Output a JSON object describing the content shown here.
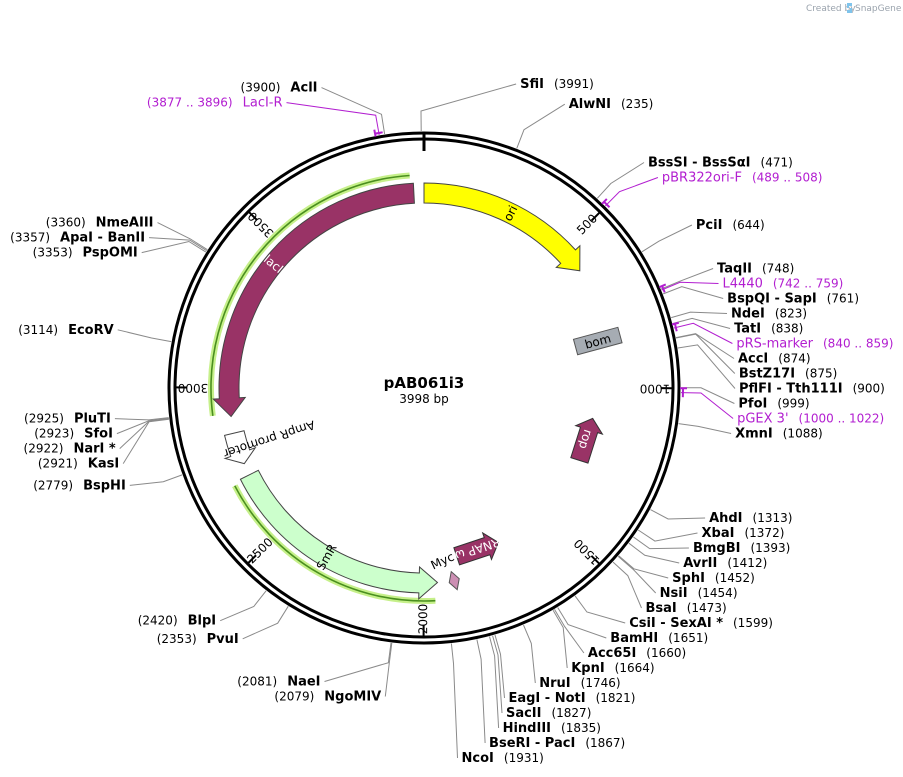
{
  "header": {
    "credit_prefix": "Created by",
    "credit_brand": "SnapGene"
  },
  "plasmid": {
    "name": "pAB061i3",
    "length_label": "3998 bp",
    "length": 3998
  },
  "ticks": [
    {
      "pos": 500,
      "label": "500"
    },
    {
      "pos": 1000,
      "label": "1000"
    },
    {
      "pos": 1500,
      "label": "1500"
    },
    {
      "pos": 2000,
      "label": "2000"
    },
    {
      "pos": 2500,
      "label": "2500"
    },
    {
      "pos": 3000,
      "label": "3000"
    },
    {
      "pos": 3500,
      "label": "3500"
    }
  ],
  "sites": [
    {
      "name": "SfiI",
      "pos_label": "(3991)",
      "pos": 3991,
      "side": "right"
    },
    {
      "name": "AlwNI",
      "pos_label": "(235)",
      "pos": 235,
      "side": "right"
    },
    {
      "name": "BssSI  - BssSαI",
      "pos_label": "(471)",
      "pos": 471,
      "side": "right"
    },
    {
      "name": "PciI",
      "pos_label": "(644)",
      "pos": 644,
      "side": "right"
    },
    {
      "name": "TaqII",
      "pos_label": "(748)",
      "pos": 748,
      "side": "right"
    },
    {
      "name": "BspQI  - SapI",
      "pos_label": "(761)",
      "pos": 761,
      "side": "right"
    },
    {
      "name": "NdeI",
      "pos_label": "(823)",
      "pos": 823,
      "side": "right"
    },
    {
      "name": "TatI",
      "pos_label": "(838)",
      "pos": 838,
      "side": "right"
    },
    {
      "name": "AccI",
      "pos_label": "(874)",
      "pos": 874,
      "side": "right"
    },
    {
      "name": "BstZ17I",
      "pos_label": "(875)",
      "pos": 875,
      "side": "right"
    },
    {
      "name": "PflFI  - Tth111I",
      "pos_label": "(900)",
      "pos": 900,
      "side": "right"
    },
    {
      "name": "PfoI",
      "pos_label": "(999)",
      "pos": 999,
      "side": "right"
    },
    {
      "name": "XmnI",
      "pos_label": "(1088)",
      "pos": 1088,
      "side": "right"
    },
    {
      "name": "AhdI",
      "pos_label": "(1313)",
      "pos": 1313,
      "side": "right"
    },
    {
      "name": "XbaI",
      "pos_label": "(1372)",
      "pos": 1372,
      "side": "right"
    },
    {
      "name": "BmgBI",
      "pos_label": "(1393)",
      "pos": 1393,
      "side": "right"
    },
    {
      "name": "AvrII",
      "pos_label": "(1412)",
      "pos": 1412,
      "side": "right"
    },
    {
      "name": "SphI",
      "pos_label": "(1452)",
      "pos": 1452,
      "side": "right"
    },
    {
      "name": "NsiI",
      "pos_label": "(1454)",
      "pos": 1454,
      "side": "right"
    },
    {
      "name": "BsaI",
      "pos_label": "(1473)",
      "pos": 1473,
      "side": "right"
    },
    {
      "name": "CsiI  - SexAI *",
      "pos_label": "(1599)",
      "pos": 1599,
      "side": "right"
    },
    {
      "name": "BamHI",
      "pos_label": "(1651)",
      "pos": 1651,
      "side": "right"
    },
    {
      "name": "Acc65I",
      "pos_label": "(1660)",
      "pos": 1660,
      "side": "right"
    },
    {
      "name": "KpnI",
      "pos_label": "(1664)",
      "pos": 1664,
      "side": "right"
    },
    {
      "name": "NruI",
      "pos_label": "(1746)",
      "pos": 1746,
      "side": "right"
    },
    {
      "name": "EagI  - NotI",
      "pos_label": "(1821)",
      "pos": 1821,
      "side": "right"
    },
    {
      "name": "SacII",
      "pos_label": "(1827)",
      "pos": 1827,
      "side": "right"
    },
    {
      "name": "HindIII",
      "pos_label": "(1835)",
      "pos": 1835,
      "side": "right"
    },
    {
      "name": "BseRI  - PacI",
      "pos_label": "(1867)",
      "pos": 1867,
      "side": "right"
    },
    {
      "name": "NcoI",
      "pos_label": "(1931)",
      "pos": 1931,
      "side": "right"
    },
    {
      "name": "NaeI",
      "pos_label": "(2081)",
      "pos": 2081,
      "side": "left"
    },
    {
      "name": "NgoMIV",
      "pos_label": "(2079)",
      "pos": 2079,
      "side": "left"
    },
    {
      "name": "PvuI",
      "pos_label": "(2353)",
      "pos": 2353,
      "side": "left"
    },
    {
      "name": "BlpI",
      "pos_label": "(2420)",
      "pos": 2420,
      "side": "left"
    },
    {
      "name": "BspHI",
      "pos_label": "(2779)",
      "pos": 2779,
      "side": "left"
    },
    {
      "name": "KasI",
      "pos_label": "(2921)",
      "pos": 2921,
      "side": "left"
    },
    {
      "name": "NarI *",
      "pos_label": "(2922)",
      "pos": 2922,
      "side": "left"
    },
    {
      "name": "SfoI",
      "pos_label": "(2923)",
      "pos": 2923,
      "side": "left"
    },
    {
      "name": "PluTI",
      "pos_label": "(2925)",
      "pos": 2925,
      "side": "left"
    },
    {
      "name": "EcoRV",
      "pos_label": "(3114)",
      "pos": 3114,
      "side": "left"
    },
    {
      "name": "PspOMI",
      "pos_label": "(3353)",
      "pos": 3353,
      "side": "left"
    },
    {
      "name": "ApaI  - BanII",
      "pos_label": "(3357)",
      "pos": 3357,
      "side": "left"
    },
    {
      "name": "NmeAIII",
      "pos_label": "(3360)",
      "pos": 3360,
      "side": "left"
    },
    {
      "name": "AclI",
      "pos_label": "(3900)",
      "pos": 3900,
      "side": "left"
    }
  ],
  "primers": [
    {
      "name": "LacI-R",
      "pos_label": "(3877 .. 3896)",
      "start": 3877,
      "end": 3896,
      "side": "left"
    },
    {
      "name": "pBR322ori-F",
      "pos_label": "(489 .. 508)",
      "start": 489,
      "end": 508,
      "side": "right"
    },
    {
      "name": "L4440",
      "pos_label": "(742 .. 759)",
      "start": 742,
      "end": 759,
      "side": "right"
    },
    {
      "name": "pRS-marker",
      "pos_label": "(840 .. 859)",
      "start": 840,
      "end": 859,
      "side": "right"
    },
    {
      "name": "pGEX 3'",
      "pos_label": "(1000 .. 1022)",
      "start": 1000,
      "end": 1022,
      "side": "right"
    }
  ],
  "features": [
    {
      "name": "ori",
      "start": 0,
      "end": 589,
      "color": "#ffff00",
      "text_color": "#000000",
      "kind": "arrow"
    },
    {
      "name": "bom",
      "start": 760,
      "end": 903,
      "color": "#a6acb3",
      "text_color": "#000000",
      "kind": "box"
    },
    {
      "name": "rop",
      "start": 1100,
      "end": 1290,
      "color": "#993366",
      "text_color": "#ffffff",
      "kind": "arrow-ccw"
    },
    {
      "name": "RNAP ω",
      "start": 1660,
      "end": 1930,
      "color": "#993366",
      "text_color": "#ffffff",
      "kind": "arrow-ccw"
    },
    {
      "name": "Myc",
      "start": 1880,
      "end": 1920,
      "color": "#cc8fb3",
      "text_color": "#000000",
      "kind": "small"
    },
    {
      "name": "SmR",
      "start": 1955,
      "end": 2705,
      "color": "#ccffcc",
      "text_color": "#000000",
      "kind": "arrow-ccw"
    },
    {
      "name": "AmpR promoter",
      "start": 2745,
      "end": 2850,
      "color": "#ffffff",
      "text_color": "#000000",
      "kind": "arrow-ccw"
    },
    {
      "name": "lacI",
      "start": 2905,
      "end": 3965,
      "color": "#993366",
      "text_color": "#ffffff",
      "kind": "arrow-ccw"
    }
  ],
  "colors": {
    "primer": "#b21ed0",
    "backbone": "#000000",
    "green_line": "#4a8f1f",
    "green_glow": "#c6f08a"
  }
}
